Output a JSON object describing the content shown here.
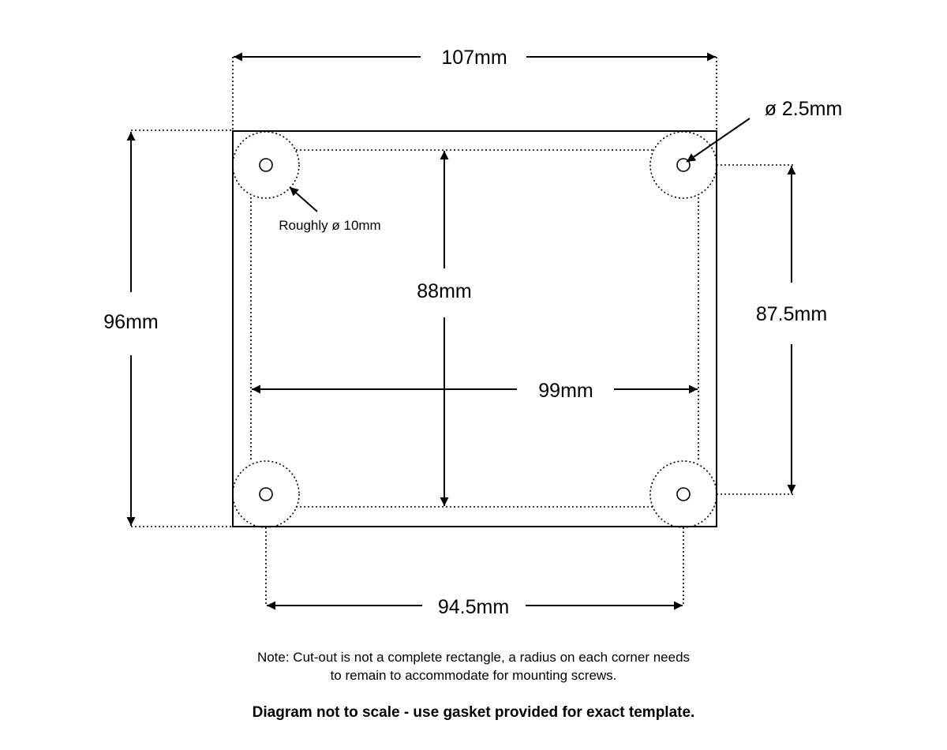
{
  "labels": {
    "overall_width": "107mm",
    "overall_height": "96mm",
    "cutout_height": "88mm",
    "cutout_width": "99mm",
    "hole_spacing_vertical": "87.5mm",
    "hole_spacing_horizontal": "94.5mm",
    "hole_diameter": "ø 2.5mm",
    "clearance_diameter": "Roughly ø 10mm"
  },
  "notes": {
    "line1": "Note: Cut-out is not a complete rectangle, a radius on each corner needs",
    "line2": "to remain to accommodate for mounting screws.",
    "disclaimer": "Diagram not to scale - use gasket provided for exact template."
  }
}
